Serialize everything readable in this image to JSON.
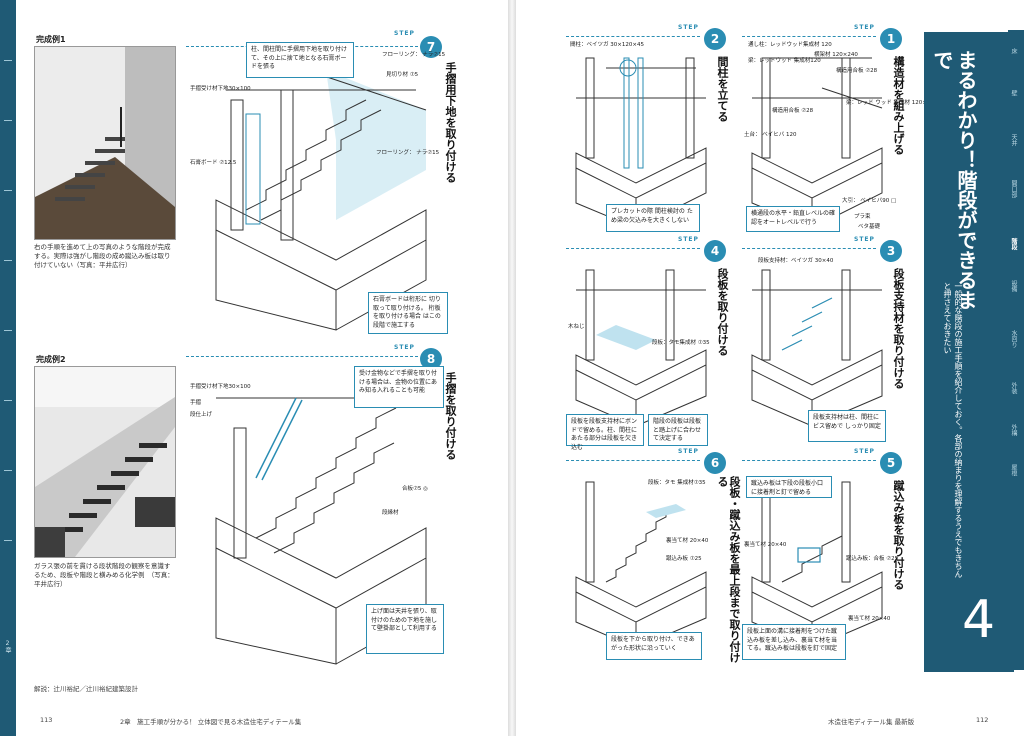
{
  "left": {
    "example1_label": "完成例1",
    "example1_caption": "右の手順を進めて上の写真のような階段が完成する。実際は強がし階段の成め蹴込み板は取り付けていない（写真：平井広行）",
    "example2_label": "完成例2",
    "example2_caption": "ガラス張の前を貫ける段状階段の観察を意識するため、段板や階段と横みめる化学例　（写真：平井広行）",
    "credit": "解説：辻川裕紀／辻川裕紀建築設計",
    "page_number": "113",
    "chapter_footer": "2章　施工手順が分かる！ 立体図で見る木造住宅ディテール集",
    "edge_label": "2章"
  },
  "right": {
    "page_number": "112",
    "footer": "木造住宅ディテール集 最新版"
  },
  "step_word": "STEP",
  "steps": [
    {
      "num": "1",
      "title": "構造材を組み上げる",
      "labels": [
        "通し柱：レッドウッド集成材 120",
        "梁：レッドウッド 集成材120",
        "構造用合板 ⑦28",
        "梁：レッド ウッド 集成材 120×180",
        "土台： ベイヒバ 120",
        "大引： ベイヒバ90 □",
        "プラ束",
        "ベタ基礎",
        "横架材 120×240",
        "構造用合板 ⑦28"
      ],
      "note": "横通段の水平・鉛直レベルの確認をオートレベルで行う"
    },
    {
      "num": "2",
      "title": "間柱を立てる",
      "labels": [
        "間柱：ベイツガ 30×120×45"
      ],
      "note": "プレカットの際 間柱検討の ため梁の欠込みを大きくしない"
    },
    {
      "num": "3",
      "title": "段板支持材を取り付ける",
      "labels": [
        "段板支持材：ベイツガ 30×40"
      ],
      "note": "段板支持材は柱、間柱にビス留めで しっかり固定"
    },
    {
      "num": "4",
      "title": "段板を取り付ける",
      "labels": [
        "木ねじ",
        "段板：タモ集成材 ⑦35"
      ],
      "note_a": "段板を段板支持材にボンドで留める。柱、間柱にあたる部分は段板を欠き込む",
      "note_b": "階段の段板は段板と踏上げに合わせて決定する"
    },
    {
      "num": "5",
      "title": "蹴込み板を取り付ける",
      "labels": [
        "裏当て材 20×40",
        "蹴込み板：合板 ⑦25",
        "裏当て材 20×40"
      ],
      "note_top": "蹴込み板は下段の段板小口に接着剤と釘で留める",
      "note": "段板上面の溝に接着剤をつけた蹴込み板を差し込み、裏当て材を当てる。蹴込み板は段板を釘で固定"
    },
    {
      "num": "6",
      "title": "段板・蹴込み板を最上段まで取り付ける",
      "labels": [
        "段板：タモ 集成材⑦35",
        "裏当て材 20×40",
        "蹴込み板 ⑦25"
      ],
      "note": "段板を下から取り付け、できあがった形状に沿っていく"
    },
    {
      "num": "7",
      "title": "手摺用下地を取り付ける",
      "labels": [
        "手摺受け材下地30×100",
        "フローリング： ナラ⑦15",
        "見切り材 ⑦5",
        "石膏ボード ⑦12.5",
        "フローリング： ナラ⑦15"
      ],
      "note_top": "柱、間柱間に手摺用下地を取り付けて、その上に捨て地となる石膏ボードを張る",
      "note": "石膏ボードは桁形に 切り取って取り付ける。 桁板を取り付ける場合 はこの段階で施工する"
    },
    {
      "num": "8",
      "title": "手摺を取り付ける",
      "labels": [
        "手摺受け材下地30×100",
        "手摺",
        "段仕上げ",
        "合板⑦5 ◎",
        "段縁材"
      ],
      "note_top": "受け金物などで手摺を取り付ける場合は、金物の位置にあみ知る入れることも可能",
      "note": "上げ面は天井を張り、取付けのための下地を施して壁掛部として利用する"
    }
  ],
  "band": {
    "title": "まるわかり！階段ができるまで",
    "subtitle": "一般的な階段の施工手順を紹介しておく。各部の納まりを理解するうえでもきちんと押さえておきたい",
    "chapter_number": "4"
  },
  "side_nav": [
    "床",
    "壁",
    "天井",
    "開口部",
    "階段",
    "設備",
    "水回り",
    "外装",
    "外構",
    "屋根"
  ],
  "side_nav_active": "階段",
  "colors": {
    "accent": "#2a8db3",
    "band": "#1f5a75"
  }
}
